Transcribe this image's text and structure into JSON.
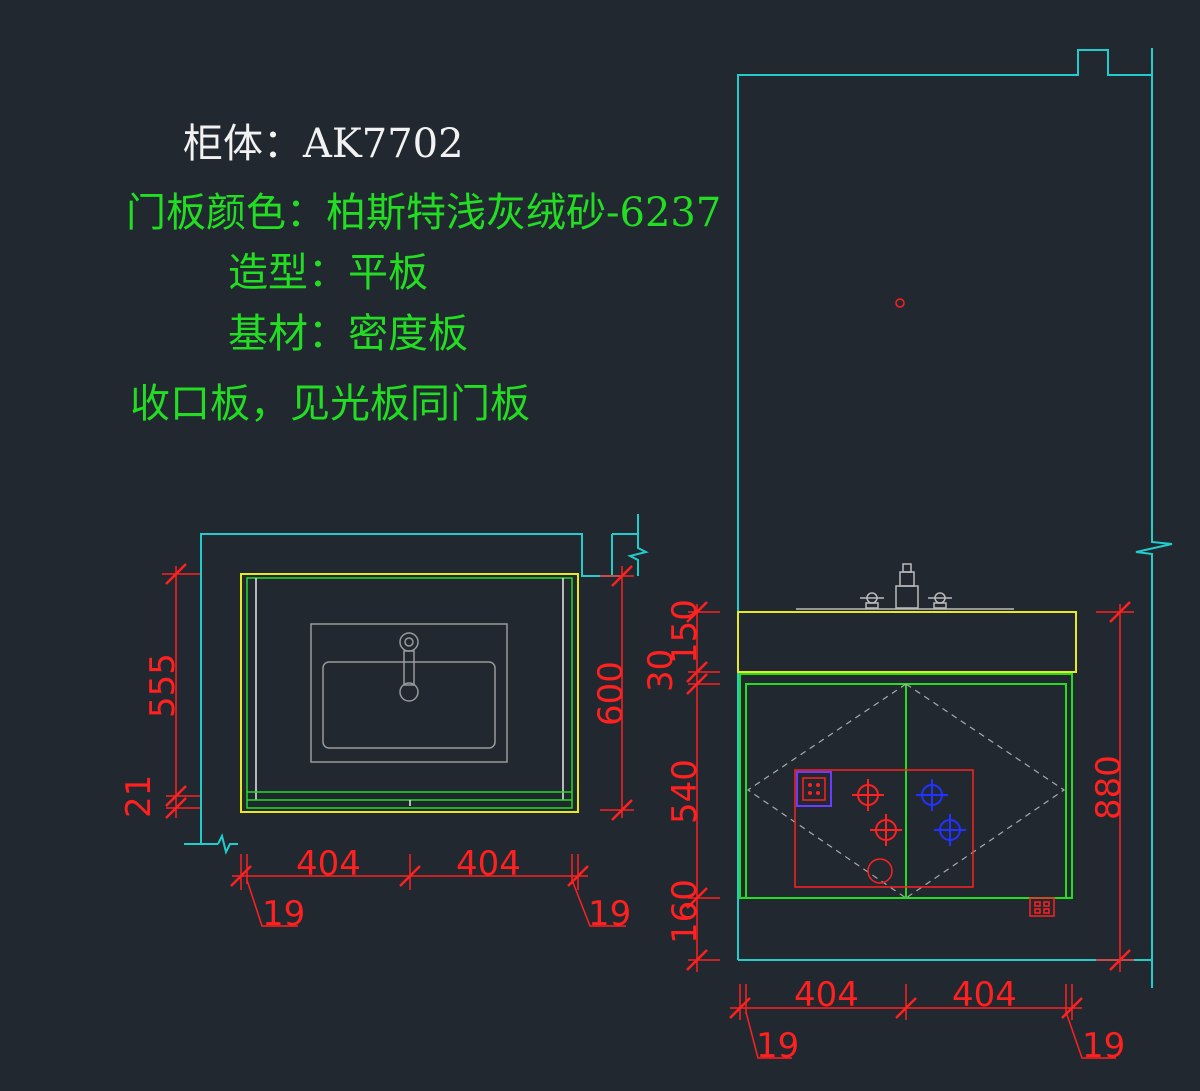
{
  "colors": {
    "background": "#212830",
    "wall": "#22cccc",
    "cabinet": "#22dd22",
    "countertop": "#e8e820",
    "dimension": "#ff2020",
    "fixture": "#bbbbbb",
    "hot_water": "#ff2020",
    "cold_water": "#2233ff",
    "title_text": "#f2f2f2",
    "spec_text": "#22dd22"
  },
  "notes": {
    "cabinet": "柜体：AK7702",
    "door_color": "门板颜色：柏斯特浅灰绒砂-6237",
    "style": "造型：平板",
    "substrate": "基材：密度板",
    "trim": "收口板，见光板同门板"
  },
  "plan_view": {
    "dims": {
      "depth": "555",
      "bottom_gap": "21",
      "total_depth": "600",
      "width_left": "404",
      "width_right": "404",
      "side_left": "19",
      "side_right": "19"
    }
  },
  "front_view": {
    "dims": {
      "top_thickness": "150",
      "top_offset": "30",
      "cabinet_height": "540",
      "plinth_height": "160",
      "total_height": "880",
      "width_left": "404",
      "width_right": "404",
      "side_left": "19",
      "side_right": "19"
    }
  }
}
